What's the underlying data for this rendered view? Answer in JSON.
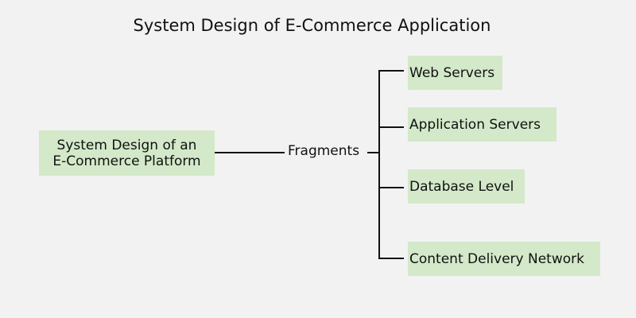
{
  "title": "System Design of E-Commerce Application",
  "root": {
    "line1": "System Design of an",
    "line2": "E-Commerce Platform"
  },
  "middle": "Fragments",
  "leaves": [
    {
      "label": "Web Servers"
    },
    {
      "label": "Application Servers"
    },
    {
      "label": "Database Level"
    },
    {
      "label": "Content Delivery Network"
    }
  ],
  "colors": {
    "background": "#f2f2f2",
    "node_fill": "#d3e9c9",
    "line": "#111111"
  }
}
